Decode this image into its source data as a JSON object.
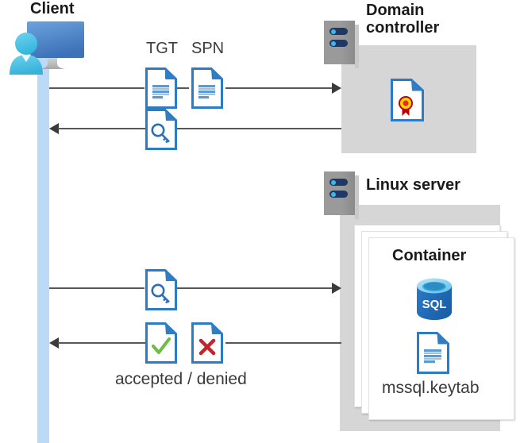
{
  "diagram": {
    "title": "Kerberos authentication flow between client, domain controller and Linux server container",
    "type": "sequence-flow-diagram",
    "background_color": "#ffffff",
    "accent_blue": "#1f7ac4",
    "host_box_color": "#d6d6d6",
    "lifeline_color": "#bcd9f5",
    "line_color": "#58585a"
  },
  "actors": {
    "client": {
      "label": "Client",
      "icon": "user-computer-icon"
    },
    "domain_controller": {
      "label": "Domain\ncontroller",
      "icon": "server-rack-icon",
      "contents": [
        {
          "icon": "certificate-document-icon",
          "label": ""
        }
      ]
    },
    "linux_server": {
      "label": "Linux server",
      "icon": "server-rack-icon",
      "container": {
        "label": "Container",
        "items": [
          {
            "icon": "sql-database-icon",
            "label": "SQL"
          },
          {
            "icon": "keytab-document-icon",
            "label": "mssql.keytab"
          }
        ]
      }
    }
  },
  "messages": [
    {
      "id": "msg-1",
      "direction": "right",
      "from": "client",
      "to": "domain_controller",
      "artifacts": [
        {
          "label": "TGT",
          "icon": "document-lines-icon"
        },
        {
          "label": "SPN",
          "icon": "document-lines-icon"
        }
      ]
    },
    {
      "id": "msg-2",
      "direction": "left",
      "from": "domain_controller",
      "to": "client",
      "artifacts": [
        {
          "label": "",
          "icon": "document-key-icon"
        }
      ]
    },
    {
      "id": "msg-3",
      "direction": "right",
      "from": "client",
      "to": "linux_server",
      "artifacts": [
        {
          "label": "",
          "icon": "document-key-icon"
        }
      ]
    },
    {
      "id": "msg-4",
      "direction": "left",
      "from": "linux_server",
      "to": "client",
      "caption": "accepted / denied",
      "artifacts": [
        {
          "label": "",
          "icon": "document-check-icon"
        },
        {
          "label": "",
          "icon": "document-cross-icon"
        }
      ]
    }
  ]
}
